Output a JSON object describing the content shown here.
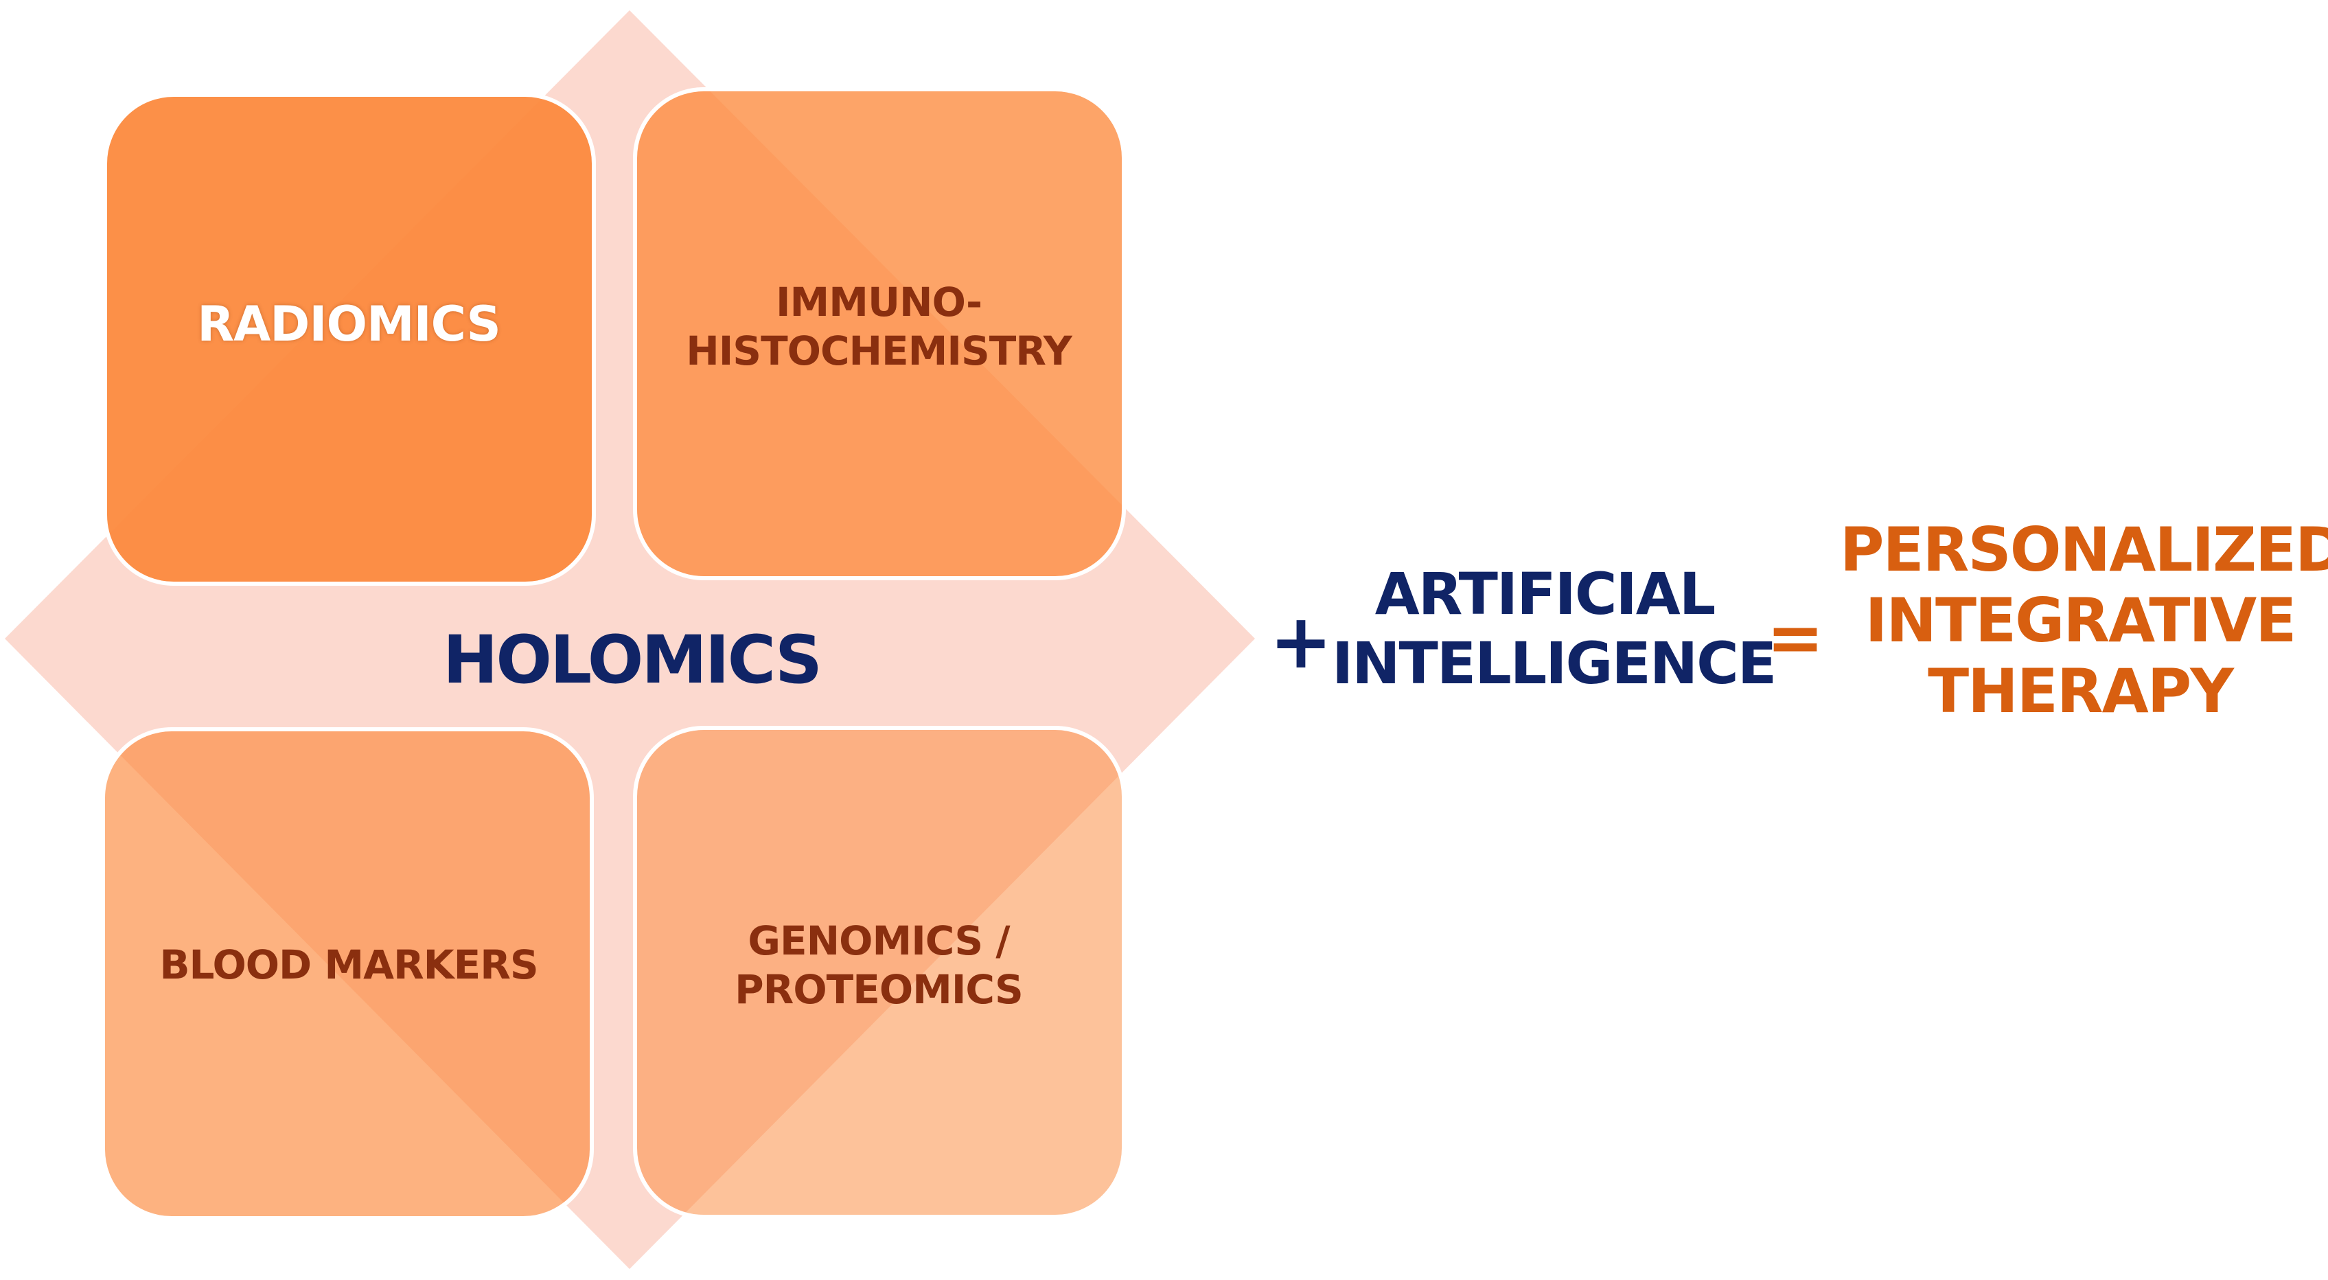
{
  "diagram": {
    "central_label": "HOLOMICS",
    "quadrants": [
      {
        "id": "radiomics",
        "label": "RADIOMICS"
      },
      {
        "id": "ihc",
        "label": "IMMUNO-\nHISTOCHEMISTRY"
      },
      {
        "id": "blood",
        "label": "BLOOD MARKERS"
      },
      {
        "id": "genomics",
        "label": "GENOMICS /\nPROTEOMICS"
      }
    ],
    "plus_symbol": "+",
    "addend": "ARTIFICIAL\nINTELLIGENCE",
    "equals_symbol": "=",
    "result": "PERSONALIZED\nINTEGRATIVE\nTHERAPY"
  },
  "colors": {
    "diamond_background": "#fcd9cf",
    "quadrant_fill": "#fc8a3e",
    "quadrant_opacities": [
      0.95,
      0.78,
      0.66,
      0.52
    ],
    "quadrant_border": "#ffffff",
    "navy_text": "#102466",
    "orange_text": "#d85f10",
    "quadrant_text_dark": "#8a2f0f",
    "quadrant_text_light": "#ffffff"
  }
}
